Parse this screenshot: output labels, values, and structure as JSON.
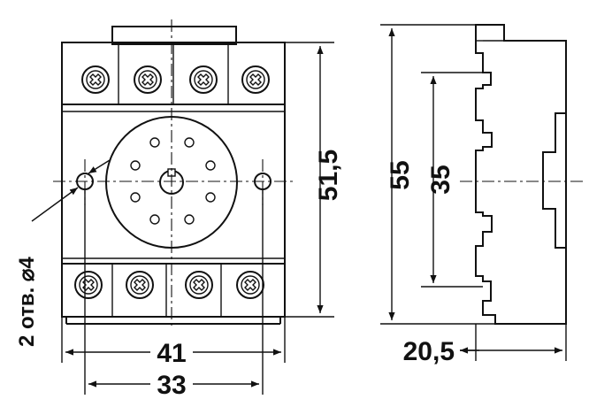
{
  "dimensions": {
    "width_outer": "41",
    "width_holes": "33",
    "height_front": "51,5",
    "height_side": "55",
    "height_rail": "35",
    "depth": "20,5",
    "holes_note": "2 отв. ⌀4"
  },
  "colors": {
    "ink": "#111111",
    "background": "#ffffff"
  }
}
